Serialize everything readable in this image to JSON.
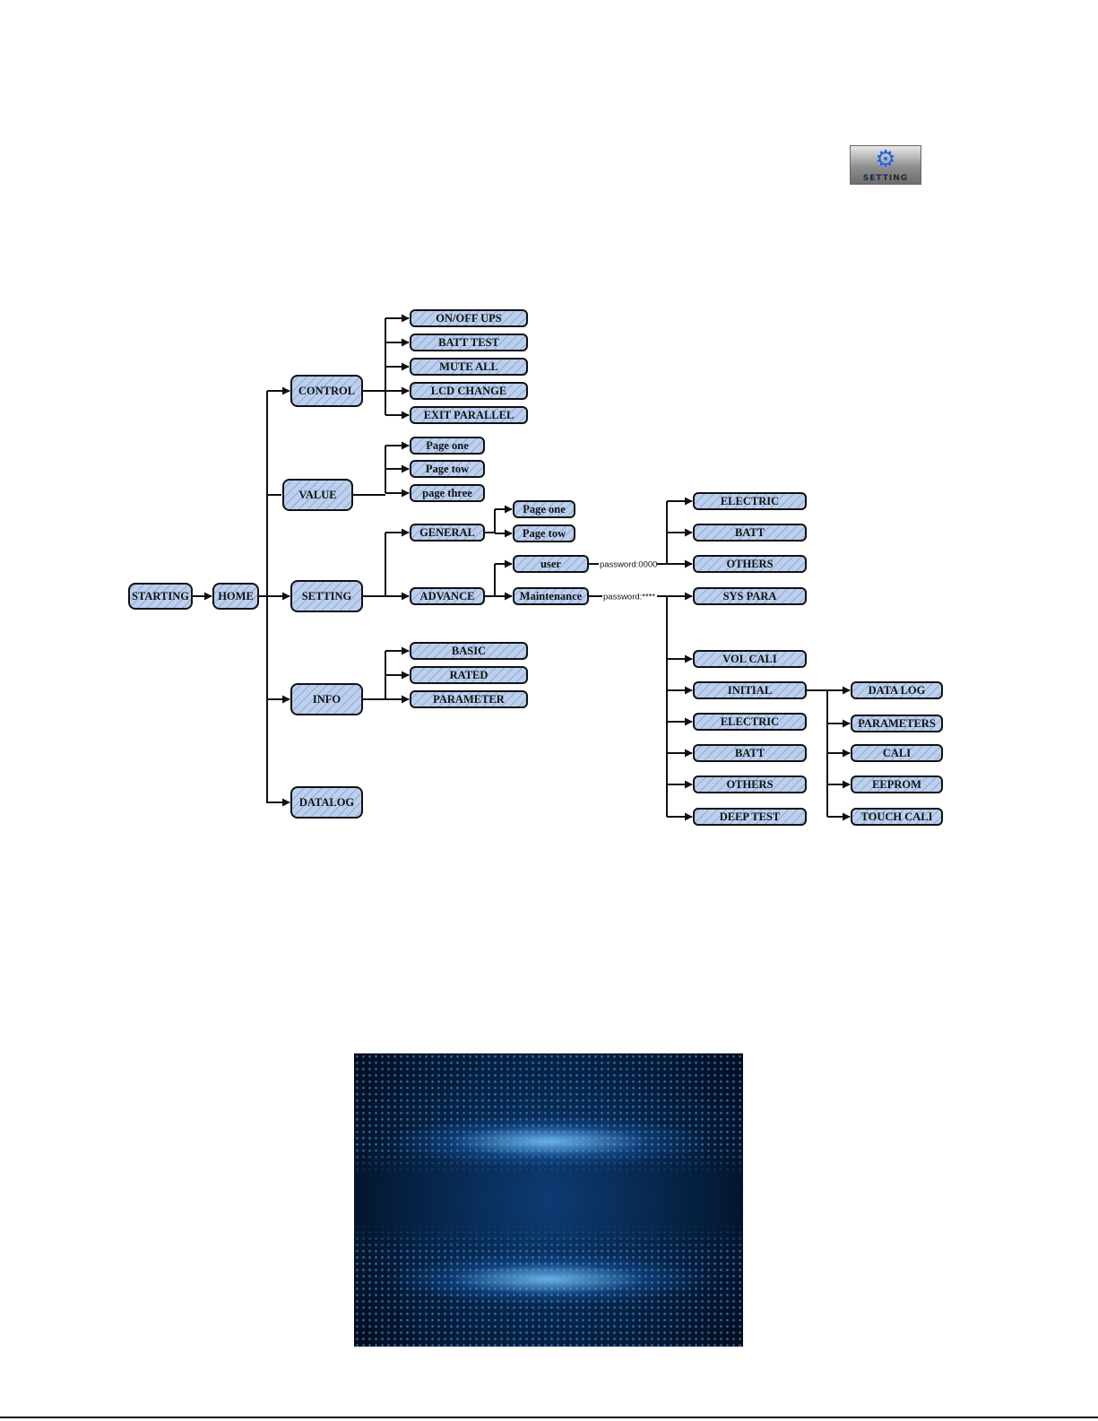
{
  "icon": {
    "name": "gear-icon",
    "label": "SETTING"
  },
  "diagram": {
    "root": "STARTING",
    "home": "HOME",
    "sections": {
      "control": "CONTROL",
      "value": "VALUE",
      "setting": "SETTING",
      "info": "INFO",
      "datalog": "DATALOG"
    },
    "control_items": [
      "ON/OFF UPS",
      "BATT TEST",
      "MUTE ALL",
      "LCD CHANGE",
      "EXIT PARALLEL"
    ],
    "value_items": [
      "Page one",
      "Page tow",
      "page three"
    ],
    "setting_items": {
      "general": "GENERAL",
      "advance": "ADVANCE"
    },
    "general_items": [
      "Page one",
      "Page tow"
    ],
    "advance_items": {
      "user": "user",
      "maintenance": "Maintenance"
    },
    "user_password": "password:0000",
    "maintenance_password": "password:****",
    "user_menu": [
      "ELECTRIC",
      "BATT",
      "OTHERS"
    ],
    "maintenance_menu": [
      "SYS PARA",
      "VOL CALI",
      "INITIAL",
      "ELECTRIC",
      "BATT",
      "OTHERS",
      "DEEP TEST"
    ],
    "initial_menu": [
      "DATA LOG",
      "PARAMETERS",
      "CALI",
      "EEPROM",
      "TOUCH CALI"
    ],
    "info_items": [
      "BASIC",
      "RATED",
      "PARAMETER"
    ]
  },
  "colors": {
    "box_fill": "#bcd0ee",
    "box_hatch": "#8ea8d4",
    "stroke": "#111111"
  }
}
